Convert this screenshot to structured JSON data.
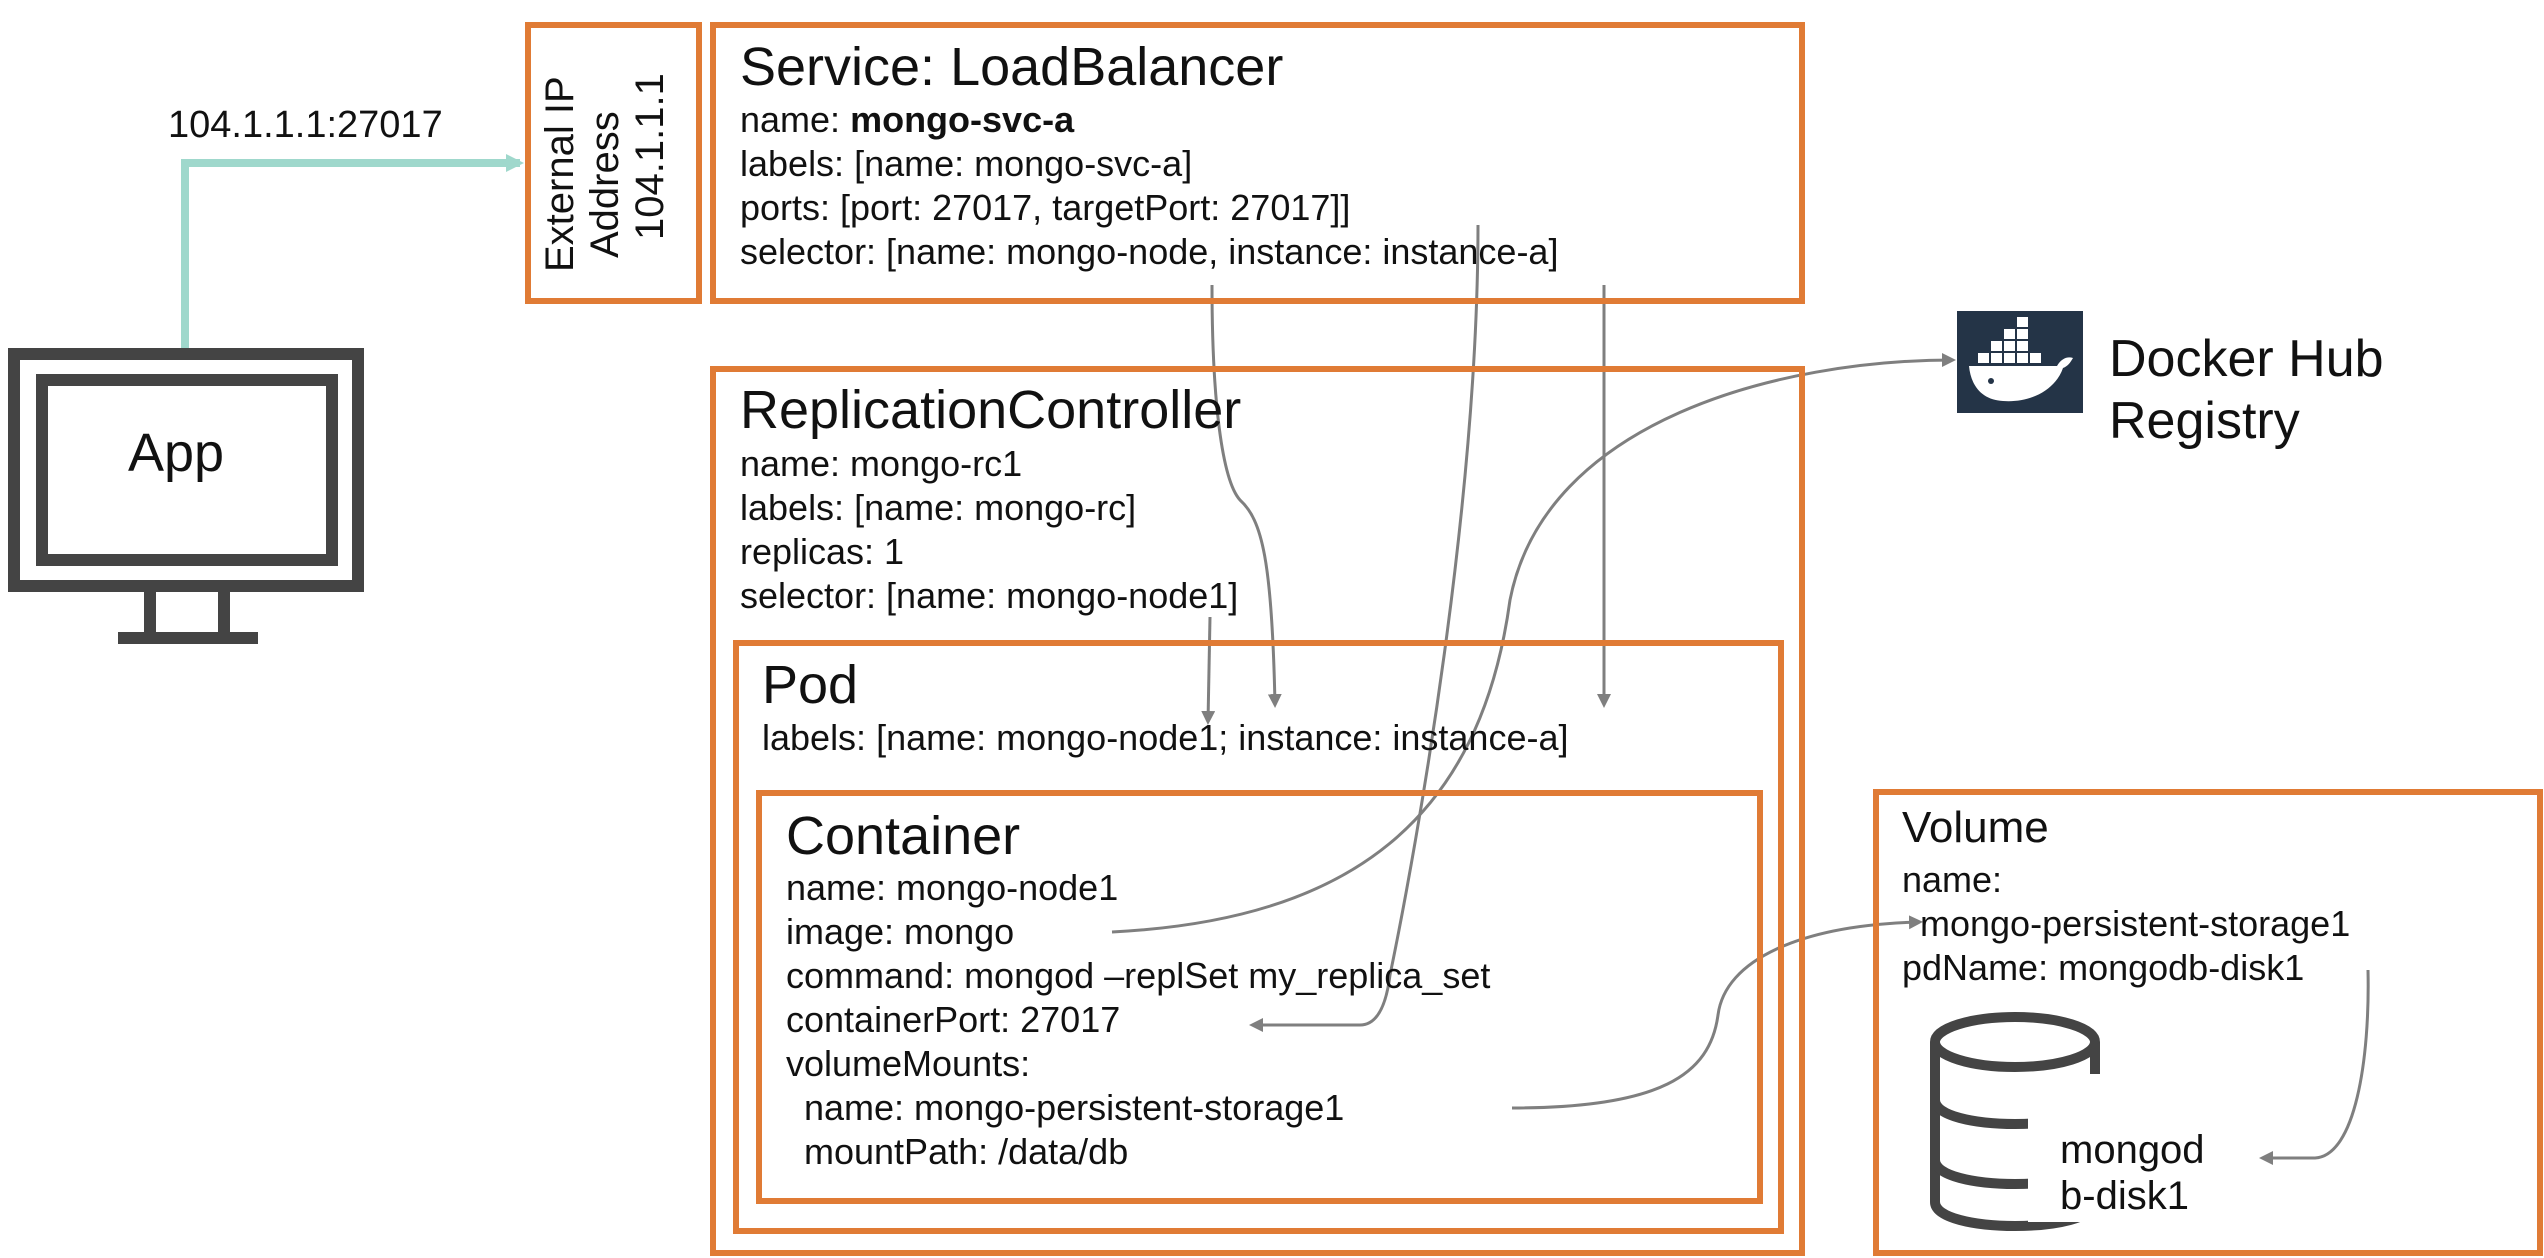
{
  "colors": {
    "box_border": "#e07b35",
    "connector": "#9fd8cc",
    "arrow": "#7f7f7f",
    "docker_bg": "#243447",
    "icon": "#444444"
  },
  "app": {
    "label": "App",
    "icon": "monitor-icon"
  },
  "connection": {
    "label": "104.1.1.1:27017"
  },
  "external_ip": {
    "line1": "External IP",
    "line2": "Address",
    "value": "104.1.1.1"
  },
  "service": {
    "title": "Service: LoadBalancer",
    "name_key": "name: ",
    "name_value": "mongo-svc-a",
    "labels": "labels: [name: mongo-svc-a]",
    "ports": "ports: [port: 27017, targetPort: 27017]]",
    "selector": "selector: [name: mongo-node, instance: instance-a]"
  },
  "replication_controller": {
    "title": "ReplicationController",
    "name": "name: mongo-rc1",
    "labels": "labels: [name: mongo-rc]",
    "replicas": "replicas: 1",
    "selector": "selector: [name: mongo-node1]"
  },
  "pod": {
    "title": "Pod",
    "labels": "labels: [name: mongo-node1; instance: instance-a]"
  },
  "container": {
    "title": "Container",
    "name": "name: mongo-node1",
    "image": "image: mongo",
    "command": "command: mongod –replSet my_replica_set",
    "container_port": "containerPort: 27017",
    "volume_mounts": "volumeMounts:",
    "mount_name": "name: mongo-persistent-storage1",
    "mount_path": "mountPath: /data/db"
  },
  "docker_hub": {
    "line1": "Docker Hub",
    "line2": "Registry",
    "icon": "docker-whale-icon"
  },
  "volume": {
    "title": "Volume",
    "name_key": "name:",
    "name_value": "mongo-persistent-storage1",
    "pd_name": "pdName: mongodb-disk1"
  },
  "disk": {
    "line1": "mongod",
    "line2": "b-disk1",
    "icon": "database-icon"
  }
}
